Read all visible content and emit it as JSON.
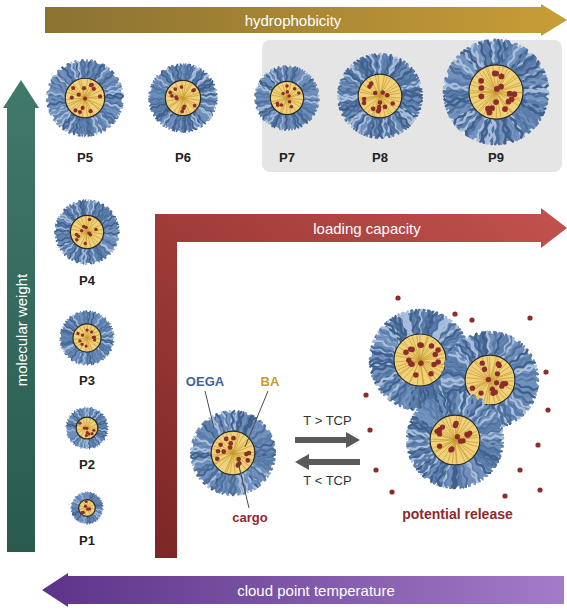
{
  "diagram": {
    "nodes": [
      {
        "text": [
          "hydrophobicity"
        ]
      },
      {
        "text": [
          "molecular weight"
        ]
      },
      {
        "text": [
          "P5"
        ]
      },
      {
        "text": [
          "P6"
        ]
      },
      {
        "text": [
          "P7"
        ]
      },
      {
        "text": [
          "P8"
        ]
      },
      {
        "text": [
          "P9"
        ]
      },
      {
        "text": [
          "P4"
        ]
      },
      {
        "text": [
          "loading capacity"
        ]
      },
      {
        "text": [
          "P3"
        ]
      },
      {
        "text": [
          "OEGA",
          "BA",
          "cargo"
        ]
      },
      {
        "text": [
          "potential release"
        ]
      },
      {
        "text": [
          "P2"
        ]
      },
      {
        "text": [
          "P1"
        ]
      },
      {
        "text": [
          "cloud point temperature"
        ]
      }
    ],
    "edges": [
      {
        "from": 10,
        "to": 11,
        "label": "T > TCP",
        "arrow": "to"
      },
      {
        "from": 11,
        "to": 10,
        "label": "T < TCP",
        "arrow": "to"
      }
    ]
  }
}
